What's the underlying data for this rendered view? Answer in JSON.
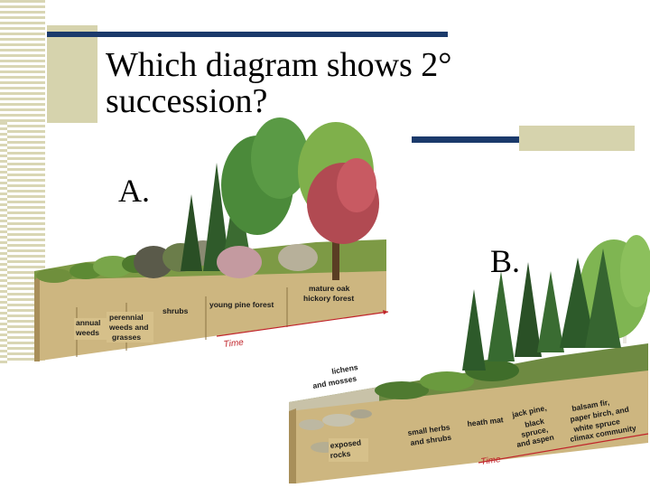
{
  "slide": {
    "title_line1": "Which diagram shows 2°",
    "title_line2": "succession?"
  },
  "choices": {
    "a": "A.",
    "b": "B."
  },
  "diagram_a": {
    "stage1_line1": "annual",
    "stage1_line2": "weeds",
    "stage2_line1": "perennial",
    "stage2_line2": "weeds and",
    "stage2_line3": "grasses",
    "stage3": "shrubs",
    "stage4": "young pine forest",
    "stage5_line1": "mature oak",
    "stage5_line2": "hickory forest",
    "time_label": "Time"
  },
  "diagram_b": {
    "stage0_line1": "lichens",
    "stage0_line2": "and mosses",
    "stage1_line1": "exposed",
    "stage1_line2": "rocks",
    "stage2_line1": "small herbs",
    "stage2_line2": "and shrubs",
    "stage3": "heath mat",
    "stage4_line1": "jack pine,",
    "stage4_line2": "black",
    "stage4_line3": "spruce,",
    "stage4_line4": "and aspen",
    "stage5_line1": "balsam fir,",
    "stage5_line2": "paper birch, and",
    "stage5_line3": "white spruce",
    "stage5_line4": "climax community",
    "time_label": "Time"
  }
}
